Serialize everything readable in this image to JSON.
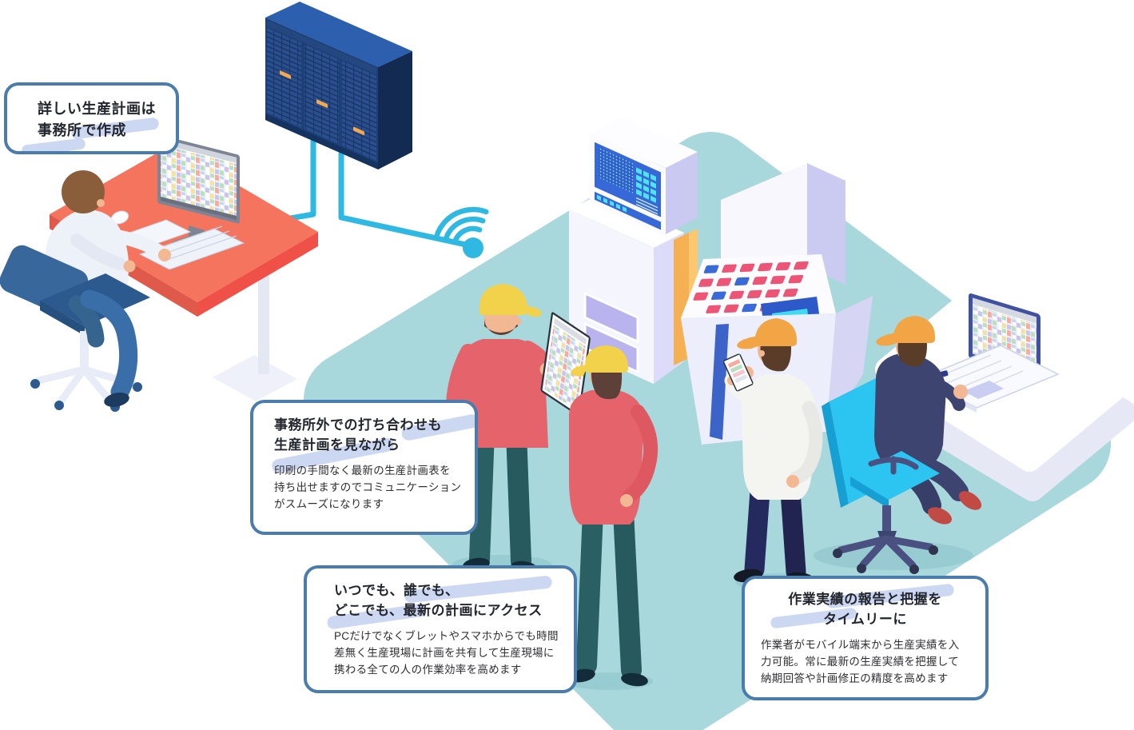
{
  "callouts": {
    "office": {
      "title_lines": [
        "詳しい生産計画は",
        "事務所で作成"
      ]
    },
    "meeting": {
      "title_lines": [
        "事務所外での打ち合わせも",
        "生産計画を見ながら"
      ],
      "body_lines": [
        "印刷の手間なく最新の生産計画表を",
        "持ち出せますのでコミュニケーション",
        "がスムーズになります"
      ]
    },
    "access": {
      "title_lines": [
        "いつでも、誰でも、",
        "どこでも、最新の計画にアクセス"
      ],
      "body_lines": [
        "PCだけでなくブレットやスマホからでも時間",
        "差無く生産現場に計画を共有して生産現場に",
        "携わる全ての人の作業効率を高めます"
      ]
    },
    "report": {
      "title_lines": [
        "作業実績の報告と把握を",
        "タイムリーに"
      ],
      "body_lines": [
        "作業者がモバイル端末から生産実績を入",
        "力可能。常に最新の生産実績を把握して",
        "納期回答や計画修正の精度を高めます"
      ]
    }
  },
  "colors": {
    "callout_border": "#4a7dad",
    "title_highlight": "#ccd7f1",
    "floor_teal": "#a8d7dc",
    "cable_cyan": "#2fb9e2",
    "desk_coral": "#f4745e",
    "server_navy": "#1d4078",
    "server_light": "#f5a94e",
    "helmet_yellow": "#f2d24b",
    "shirt_red": "#e5636a",
    "pants_teal": "#2a5f63",
    "office_chair_blue": "#38679c",
    "task_chair_cyan": "#2cc4f0",
    "machine_panel_blue": "#3768d8",
    "machine_button_pink": "#ec5575",
    "cap_orange": "#f2a544",
    "gantt_cells": [
      "#f5ab9e",
      "#badfc0",
      "#c9c3ee",
      "#f2e1a0",
      "#c6d6f4"
    ]
  },
  "scene": {
    "elements": [
      "office-worker-at-desk",
      "gantt-monitor",
      "server-rack",
      "network-cables",
      "wifi-signal",
      "factory-floor",
      "control-tower-machine",
      "console-machine",
      "worker-with-tablet",
      "worker",
      "worker-with-smartphone",
      "worker-at-laptop",
      "tablet-gantt",
      "smartphone",
      "laptop-gantt",
      "work-table"
    ]
  }
}
